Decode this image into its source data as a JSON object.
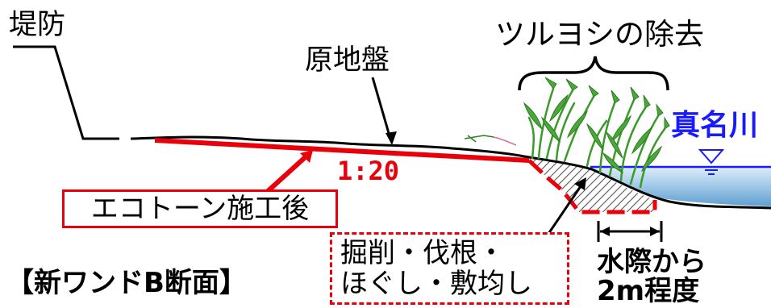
{
  "labels": {
    "levee": "堤防",
    "original_ground": "原地盤",
    "reed_removal": "ツルヨシの除去",
    "river": "真名川",
    "slope": "1:20",
    "ecotone": "エコトーン施工後",
    "excavation_line1": "掘削・伐根・",
    "excavation_line2": "ほぐし・敷均し",
    "distance_line1": "水際から",
    "distance_line2": "2m程度",
    "section_title": "【新ワンドB断面】"
  },
  "colors": {
    "ecotone_line": "#e8000b",
    "river_text": "#1a1aff",
    "water_top": "#d7eaf8",
    "water_bottom": "#6aa6d6",
    "reed": "#3a9a2a"
  }
}
